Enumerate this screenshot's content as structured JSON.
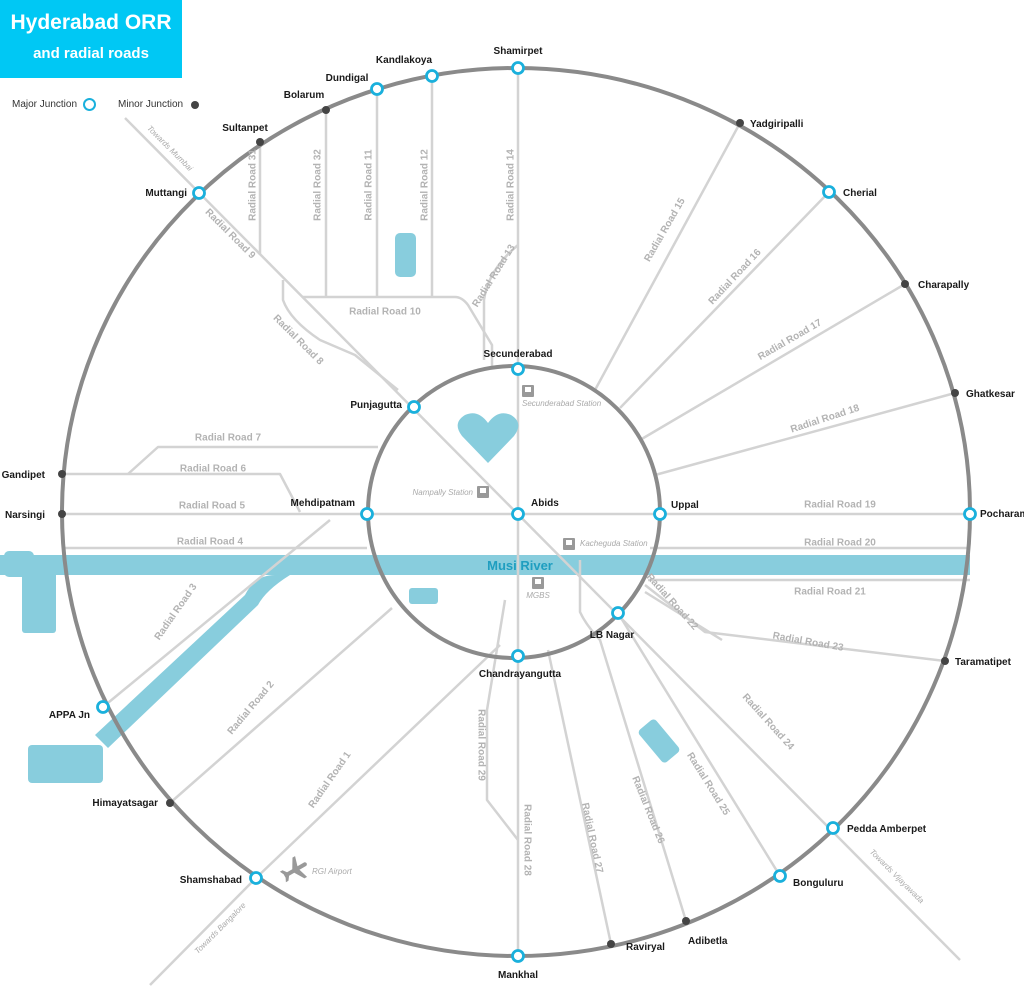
{
  "header": {
    "title": "Hyderabad ORR",
    "subtitle": "and radial roads"
  },
  "legend": {
    "major": "Major Junction",
    "minor": "Minor Junction"
  },
  "colors": {
    "accent": "#00c8f4",
    "junction": "#1ab0dc",
    "water": "#88cddd",
    "ring": "#8a8a8a",
    "road": "#d3d3d3",
    "minor_dot": "#444444"
  },
  "junctions": {
    "shamirpet": "Shamirpet",
    "kandlakoya": "Kandlakoya",
    "dundigal": "Dundigal",
    "bolarum": "Bolarum",
    "sultanpet": "Sultanpet",
    "muttangi": "Muttangi",
    "yadgiripalli": "Yadgiripalli",
    "cherial": "Cherial",
    "charapally": "Charapally",
    "ghatkesar": "Ghatkesar",
    "pocharam": "Pocharam",
    "taramatipet": "Taramatipet",
    "pedda_amberpet": "Pedda Amberpet",
    "bonguluru": "Bonguluru",
    "adibetla": "Adibetla",
    "raviryal": "Raviryal",
    "mankhal": "Mankhal",
    "shamshabad": "Shamshabad",
    "himayatsagar": "Himayatsagar",
    "appa": "APPA Jn",
    "narsingi": "Narsingi",
    "gandipet": "Gandipet",
    "secunderabad": "Secunderabad",
    "punjagutta": "Punjagutta",
    "mehdipatnam": "Mehdipatnam",
    "abids": "Abids",
    "uppal": "Uppal",
    "lb_nagar": "LB Nagar",
    "chandrayangutta": "Chandrayangutta"
  },
  "roads": {
    "r1": "Radial Road 1",
    "r2": "Radial Road 2",
    "r3": "Radial Road 3",
    "r4": "Radial Road 4",
    "r5": "Radial Road 5",
    "r6": "Radial Road 6",
    "r7": "Radial Road 7",
    "r8": "Radial Road 8",
    "r9": "Radial Road 9",
    "r10": "Radial Road 10",
    "r11": "Radial Road 11",
    "r12": "Radial Road 12",
    "r13": "Radial Road 13",
    "r14": "Radial Road 14",
    "r15": "Radial Road 15",
    "r16": "Radial Road 16",
    "r17": "Radial Road 17",
    "r18": "Radial Road 18",
    "r19": "Radial Road 19",
    "r20": "Radial Road 20",
    "r21": "Radial Road 21",
    "r22": "Radial Road 22",
    "r23": "Radial Road 23",
    "r24": "Radial Road 24",
    "r25": "Radial Road 25",
    "r26": "Radial Road 26",
    "r27": "Radial Road 27",
    "r28": "Radial Road 28",
    "r29": "Radial Road 29",
    "r31": "Radial Road 31",
    "r32": "Radial Road 32"
  },
  "places": {
    "secunderabad_station": "Secunderabad Station",
    "nampally_station": "Nampally Station",
    "kacheguda_station": "Kacheguda Station",
    "mgbs": "MGBS",
    "airport": "RGI Airport",
    "towards_mumbai": "Towards Mumbai",
    "towards_vijayawada": "Towards Vijayawada",
    "towards_bangalore": "Towards Bangalore",
    "river": "Musi  River"
  },
  "icons": {
    "station": "train-icon",
    "bus": "bus-icon",
    "airport": "airplane-icon",
    "landmark": "heart-icon"
  }
}
